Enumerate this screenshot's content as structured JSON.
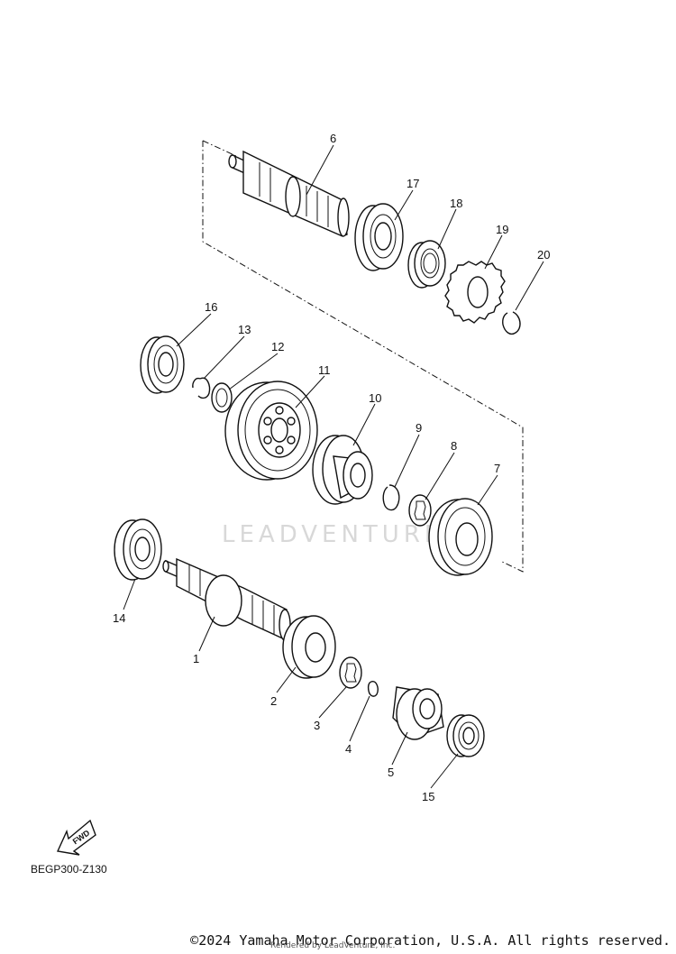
{
  "watermark": "LEADVENTURE",
  "diagram_code": "BEGP300-Z130",
  "fwd_label": "FWD",
  "copyright": "©2024 Yamaha Motor Corporation, U.S.A. All rights reserved.",
  "rendered_by": "Rendered by LeadVenture, Inc.",
  "callouts": {
    "c1": "1",
    "c2": "2",
    "c3": "3",
    "c4": "4",
    "c5": "5",
    "c6": "6",
    "c7": "7",
    "c8": "8",
    "c9": "9",
    "c10": "10",
    "c11": "11",
    "c12": "12",
    "c13": "13",
    "c14": "14",
    "c15": "15",
    "c16": "16",
    "c17": "17",
    "c18": "18",
    "c19": "19",
    "c20": "20"
  }
}
